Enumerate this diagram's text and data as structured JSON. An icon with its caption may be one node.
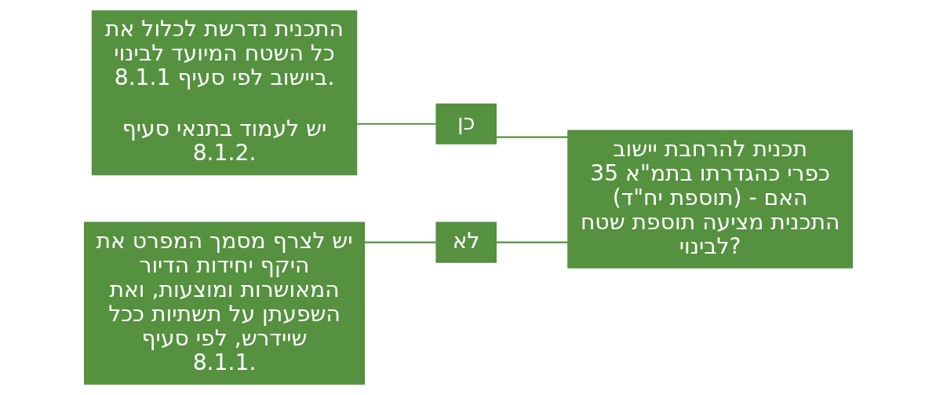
{
  "diagram": {
    "nodes": [
      {
        "text": [
          "תכנית להרחבת יישוב כפרי כהגדרתו בתמ\"א 35 (תוספת יח\"ד) - האם התכנית מציעה תוספת שטח לבינוי?"
        ]
      },
      {
        "text": [
          "כן"
        ]
      },
      {
        "text": [
          "התכנית נדרשת לכלול את כל השטח המיועד לבינוי ביישוב לפי סעיף 8.1.1.",
          "יש לעמוד בתנאי סעיף 8.1.2."
        ]
      },
      {
        "text": [
          "לא"
        ]
      },
      {
        "text": [
          "יש לצרף מסמך המפרט את היקף יחידות הדיור המאושרות ומוצעות, ואת השפעתן על תשתיות ככל שיידרש, לפי סעיף 8.1.1."
        ]
      }
    ],
    "edges": [
      {
        "from": 0,
        "to": 1,
        "arrow": "none"
      },
      {
        "from": 1,
        "to": 2,
        "arrow": "none"
      },
      {
        "from": 0,
        "to": 3,
        "arrow": "none"
      },
      {
        "from": 3,
        "to": 4,
        "arrow": "none"
      }
    ]
  }
}
